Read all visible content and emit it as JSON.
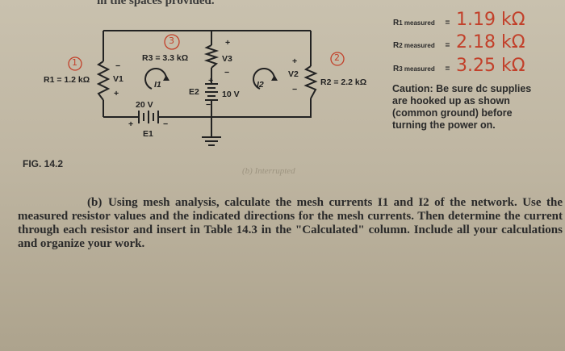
{
  "header_cut_text": "in the spaces provided.",
  "measured": [
    {
      "label_main": "R",
      "label_sub": "1 measured",
      "eq": "=",
      "handwritten": "1.19 kΩ"
    },
    {
      "label_main": "R",
      "label_sub": "2 measured",
      "eq": "=",
      "handwritten": "2.18 kΩ"
    },
    {
      "label_main": "R",
      "label_sub": "3 measured",
      "eq": "=",
      "handwritten": "3.25 kΩ"
    }
  ],
  "caution": "Caution: Be sure dc supplies are hooked up as shown (common ground) before turning the power on.",
  "circuit": {
    "r1": "R1 = 1.2 kΩ",
    "r2": "R2 = 2.2 kΩ",
    "r3": "R3 = 3.3 kΩ",
    "v1": "V1",
    "v2": "V2",
    "v3": "V3",
    "i1": "I1",
    "i2": "I2",
    "e1_value": "20 V",
    "e1": "E1",
    "e2": "E2",
    "e2_value": "10 V",
    "plus": "+",
    "minus": "−",
    "hand_1": "1",
    "hand_2": "2",
    "hand_3": "3"
  },
  "figure_label": "FIG. 14.2",
  "faint_text": "(b) Interrupted",
  "question": {
    "part": "(b)",
    "text": "Using mesh analysis, calculate the mesh currents I1 and I2 of the network. Use the measured resistor values and the indicated directions for the mesh currents. Then determine the current through each resistor and insert in Table 14.3 in the \"Calculated\" column. Include all your calculations and organize your work."
  }
}
